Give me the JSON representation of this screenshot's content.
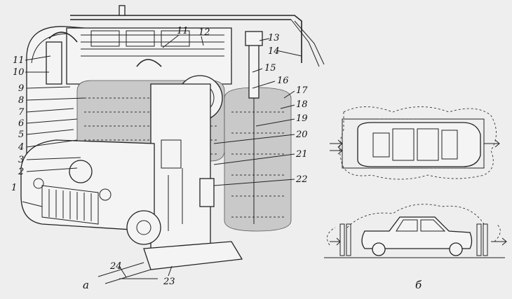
{
  "diagram": {
    "callouts_left": [
      "1",
      "2",
      "3",
      "4",
      "5",
      "6",
      "7",
      "8",
      "9",
      "10",
      "11"
    ],
    "callouts_top": [
      "11",
      "12"
    ],
    "callouts_right": [
      "13",
      "14",
      "15",
      "16",
      "17",
      "18",
      "19",
      "20",
      "21",
      "22"
    ],
    "callouts_bottom": [
      "23",
      "24"
    ],
    "panel_a_label": "а",
    "panel_b_label": "б"
  }
}
